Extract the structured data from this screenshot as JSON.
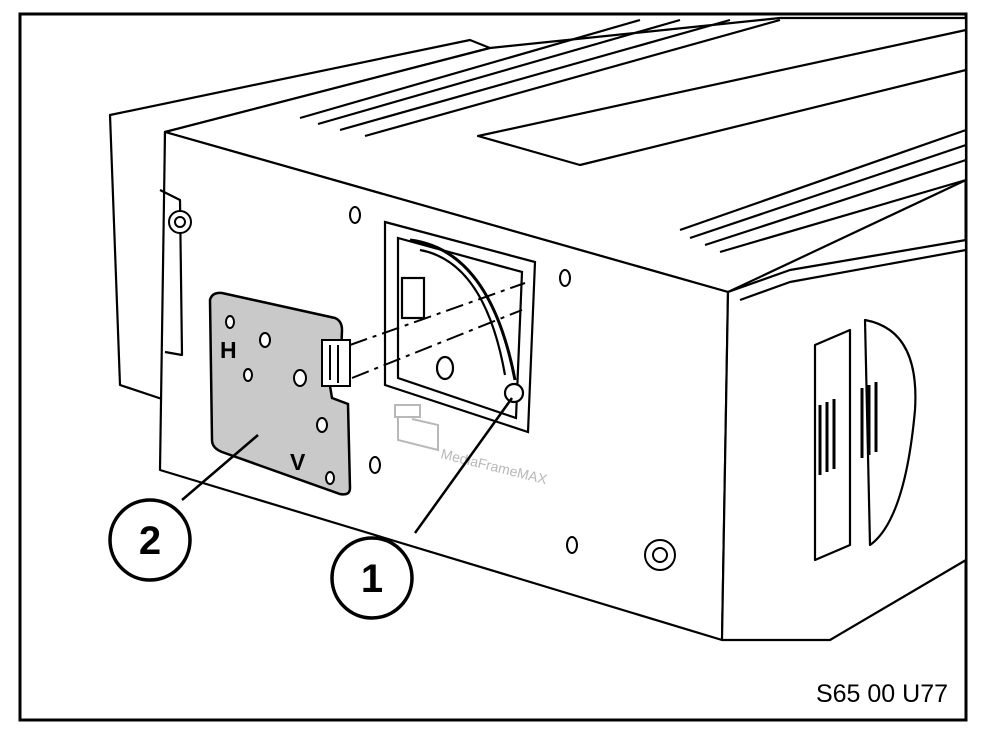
{
  "figure": {
    "reference_code": "S65 00 U77",
    "callouts": [
      {
        "label": "1",
        "target": "adjustment-screw"
      },
      {
        "label": "2",
        "target": "cover-plate"
      }
    ],
    "plate_markings": {
      "top": "H",
      "bottom": "V"
    },
    "logo_text": "MediaFrameMAX"
  },
  "colors": {
    "line": "#000000",
    "background": "#ffffff",
    "plate_fill": "#c9c9c9",
    "logo": "#b8b8b8"
  },
  "icons": [
    "cover-plate-icon",
    "screw-icon",
    "mounting-hole-icon",
    "device-housing-icon",
    "logo-icon"
  ]
}
